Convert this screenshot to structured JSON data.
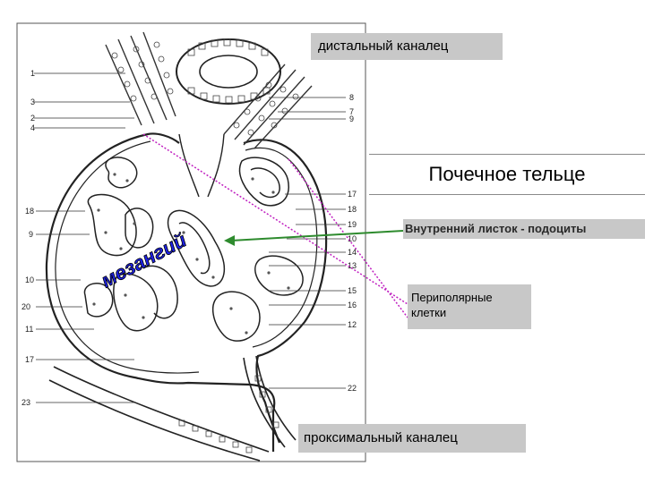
{
  "labels": {
    "distal": "дистальный каналец",
    "title": "Почечное тельце",
    "podocytes": "Внутренний листок - подоциты",
    "peripolar": "Периполярные клетки",
    "proximal": "проксимальный каналец",
    "mesangium": "мезангий"
  },
  "numbers": {
    "n1": "1",
    "n3": "3",
    "n2": "2",
    "n4": "4",
    "n18": "18",
    "n9": "9",
    "n10": "10",
    "n20": "20",
    "n11": "11",
    "n17": "17",
    "n23": "23",
    "r8": "8",
    "r7": "7",
    "r9": "9",
    "r17": "17",
    "r18": "18",
    "r19": "19",
    "r10": "10",
    "r14": "14",
    "r13": "13",
    "r15": "15",
    "r16": "16",
    "r12": "12",
    "r22": "22"
  },
  "colors": {
    "podocyte_arrow": "#2e8b2e",
    "peripolar_lines": "#c020c0",
    "mesangium_text": "#1e22e6"
  }
}
